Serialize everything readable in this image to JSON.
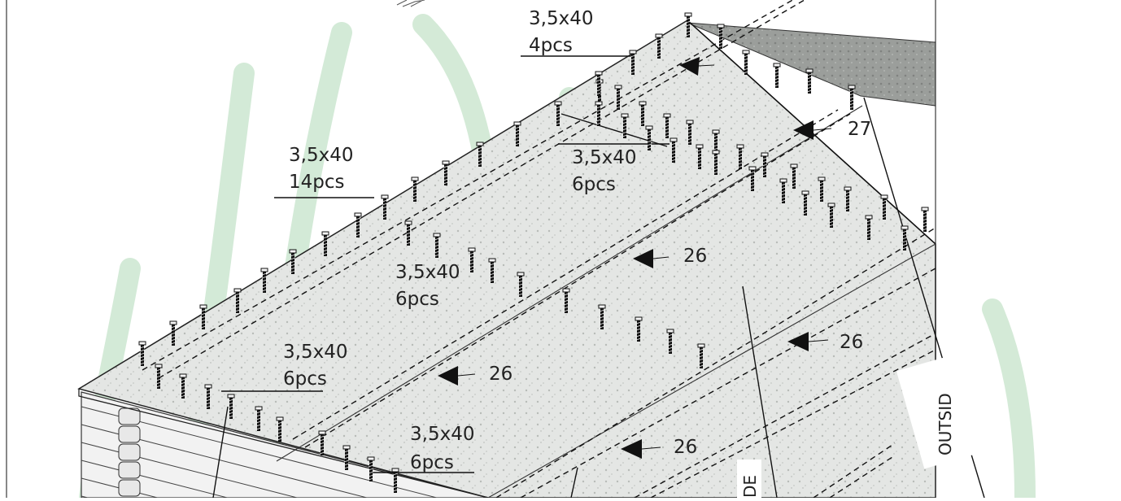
{
  "screw_labels": [
    {
      "size": "3,5x40",
      "count": "4pcs"
    },
    {
      "size": "3,5x40",
      "count": "14pcs"
    },
    {
      "size": "3,5x40",
      "count": "6pcs"
    },
    {
      "size": "3,5x40",
      "count": "6pcs"
    },
    {
      "size": "3,5x40",
      "count": "6pcs"
    },
    {
      "size": "3,5x40",
      "count": "6pcs"
    }
  ],
  "part_numbers": [
    "27",
    "26",
    "26",
    "26",
    "26"
  ],
  "side_labels": {
    "outside": "OUTSID",
    "inside": "DE"
  },
  "colors": {
    "roof": "#d9dcd9",
    "roof_dark": "#9a9c9a",
    "watermark": "#cfe8d3",
    "line": "#111111"
  }
}
